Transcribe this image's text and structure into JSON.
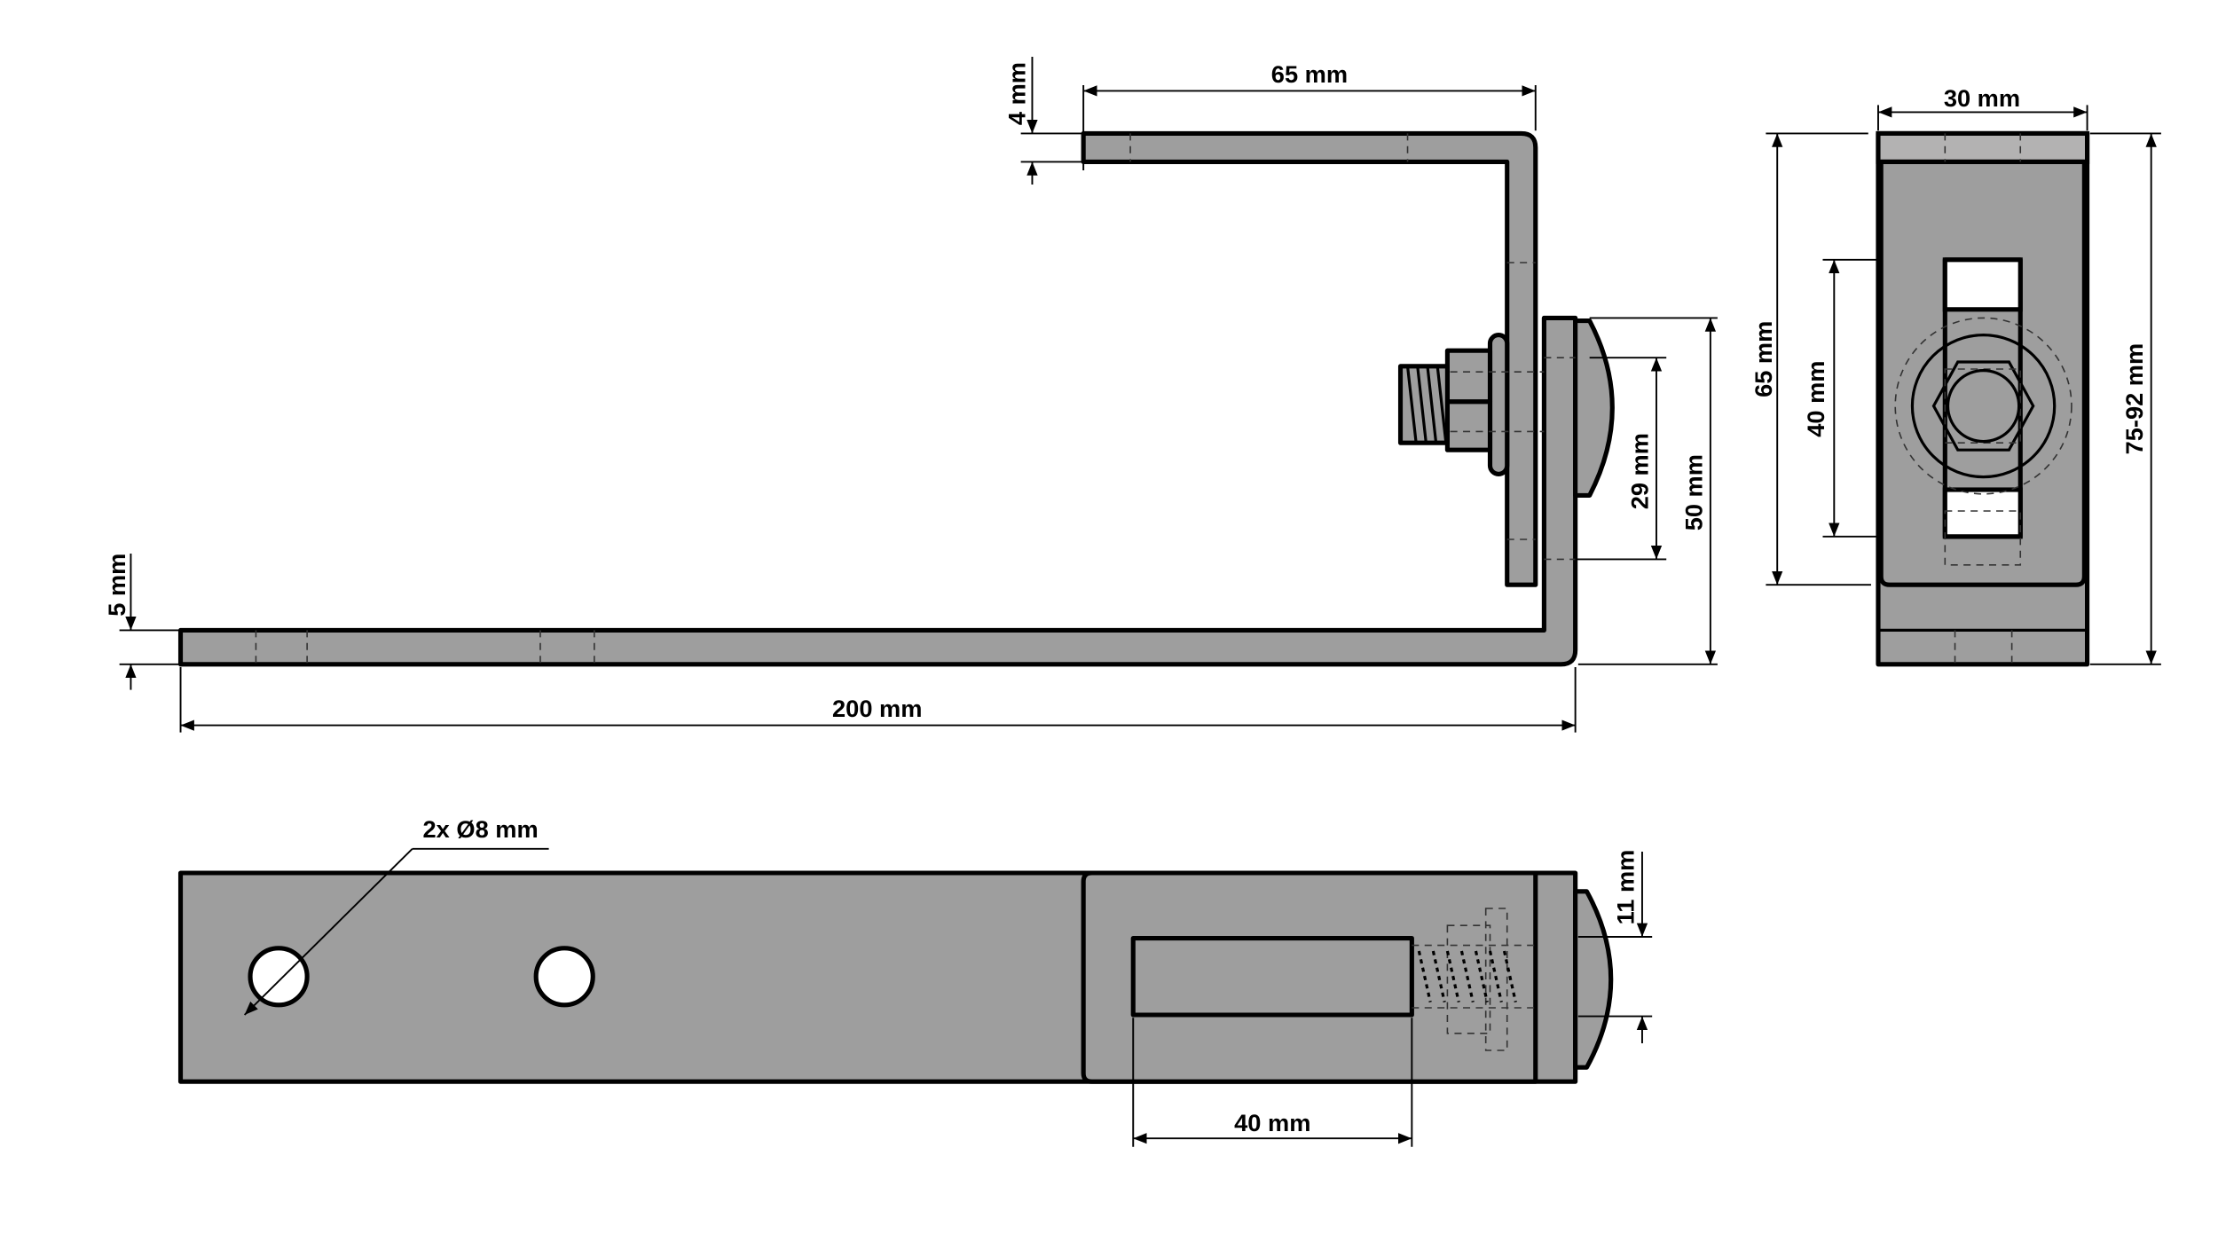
{
  "side_view": {
    "dim_top_length": "65 mm",
    "dim_top_thickness": "4 mm",
    "dim_bottom_thickness": "5 mm",
    "dim_bottom_length": "200 mm",
    "dim_bolt_spacing": "29 mm",
    "dim_height": "50 mm"
  },
  "front_view": {
    "dim_width": "30 mm",
    "dim_inner_height": "65 mm",
    "dim_slot": "40 mm",
    "dim_total_height": "75-92 mm"
  },
  "bottom_view": {
    "dim_holes": "2x Ø8 mm",
    "dim_slot_length": "40 mm",
    "dim_bolt_width": "11 mm"
  },
  "colors": {
    "steel": "#9e9e9e",
    "line": "#000000"
  }
}
